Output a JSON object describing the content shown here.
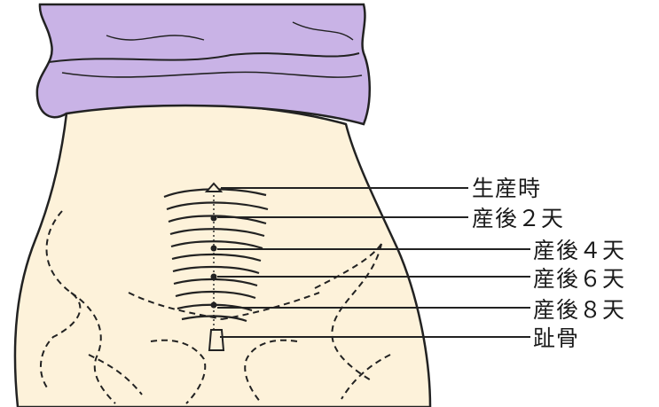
{
  "labels": {
    "birth": "生産時",
    "day2": "産後２天",
    "day4": "産後４天",
    "day6": "産後６天",
    "day8": "産後８天",
    "pubic_bone": "趾骨"
  },
  "colors": {
    "skin": "#fdf2da",
    "cloth": "#c9b3e6",
    "outline": "#222222",
    "background": "#ffffff"
  }
}
